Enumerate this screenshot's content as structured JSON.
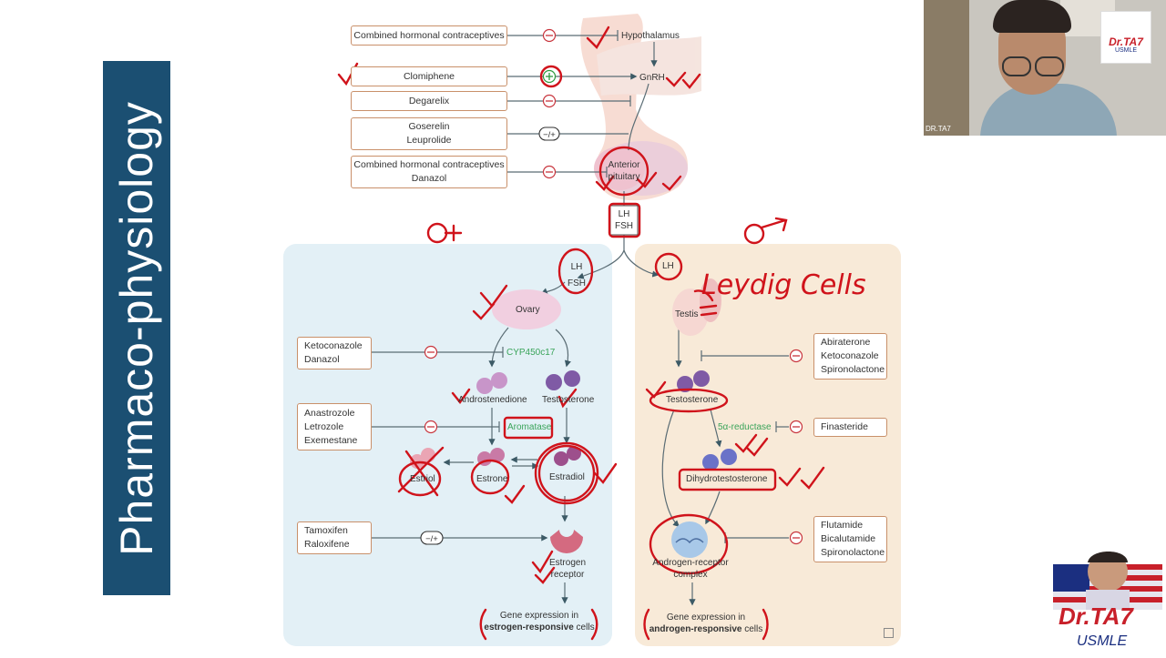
{
  "sidebar": {
    "title": "Pharmaco-physiology"
  },
  "top_drugs": [
    {
      "lines": [
        "Combined hormonal contraceptives"
      ],
      "action": "−"
    },
    {
      "lines": [
        "Clomiphene"
      ],
      "action": "+"
    },
    {
      "lines": [
        "Degarelix"
      ],
      "action": "−"
    },
    {
      "lines": [
        "Goserelin",
        "Leuprolide"
      ],
      "action": "−/+"
    },
    {
      "lines": [
        "Combined hormonal contraceptives",
        "Danazol"
      ],
      "action": "−"
    }
  ],
  "axis": {
    "hypothalamus": "Hypothalamus",
    "gnrh": "GnRH",
    "anterior_pituitary": [
      "Anterior",
      "pituitary"
    ],
    "lh_fsh": [
      "LH",
      "FSH"
    ]
  },
  "female": {
    "lh_fsh": [
      "LH",
      "FSH"
    ],
    "ovary": "Ovary",
    "cyp": "CYP450c17",
    "androstenedione": "Androstenedione",
    "testosterone": "Testosterone",
    "aromatase": "Aromatase",
    "estriol": "Estriol",
    "estrone": "Estrone",
    "estradiol": "Estradiol",
    "estrogen_receptor": [
      "Estrogen",
      "receptor"
    ],
    "gene_expression": [
      "Gene expression in",
      "estrogen-responsive",
      " cells"
    ],
    "drugs": [
      {
        "lines": [
          "Ketoconazole",
          "Danazol"
        ],
        "action": "−"
      },
      {
        "lines": [
          "Anastrozole",
          "Letrozole",
          "Exemestane"
        ],
        "action": "−"
      },
      {
        "lines": [
          "Tamoxifen",
          "Raloxifene"
        ],
        "action": "−/+"
      }
    ]
  },
  "male": {
    "lh": "LH",
    "testis": "Testis",
    "testosterone": "Testosterone",
    "reductase": "5α-reductase",
    "dht": "Dihydrotestosterone",
    "receptor_complex": [
      "Androgen-receptor",
      "complex"
    ],
    "gene_expression": [
      "Gene expression in",
      "androgen-responsive",
      " cells"
    ],
    "drugs": [
      {
        "lines": [
          "Abiraterone",
          "Ketoconazole",
          "Spironolactone"
        ],
        "action": "−"
      },
      {
        "lines": [
          "Finasteride"
        ],
        "action": "−"
      },
      {
        "lines": [
          "Flutamide",
          "Bicalutamide",
          "Spironolactone"
        ],
        "action": "−"
      }
    ]
  },
  "annotations": {
    "leydig": "Leydig Cells"
  },
  "webcam": {
    "label": "DR.TA7"
  },
  "brand": {
    "name": "Dr.TA7",
    "sub": "USMLE"
  },
  "colors": {
    "sidebar": "#1b4f72",
    "female_panel": "#e3f0f6",
    "male_panel": "#f8ead8",
    "ink": "#d0131b",
    "enzyme": "#3aa45a",
    "box_border": "#c9906a"
  }
}
